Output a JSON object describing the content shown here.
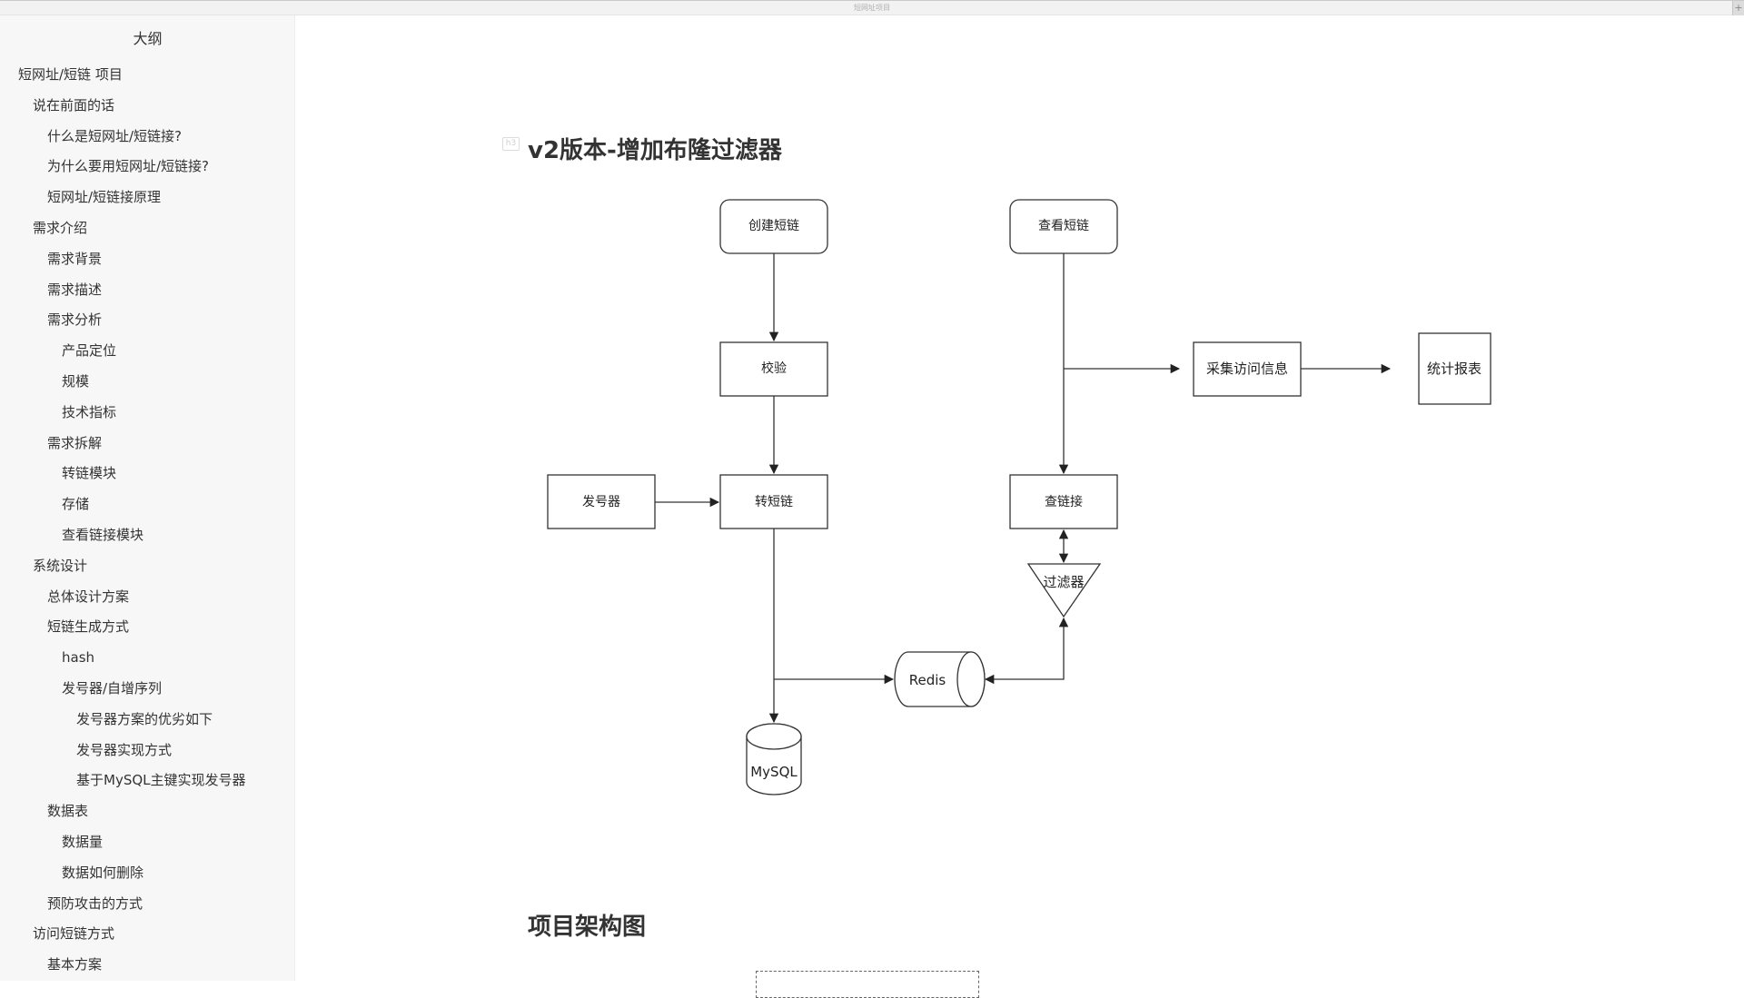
{
  "window": {
    "title": "短网址项目",
    "new_tab_icon": "plus-icon",
    "new_tab_label": "+"
  },
  "sidebar": {
    "title": "大纲",
    "items": [
      {
        "label": "短网址/短链 项目",
        "level": 1
      },
      {
        "label": "说在前面的话",
        "level": 2
      },
      {
        "label": "什么是短网址/短链接?",
        "level": 3
      },
      {
        "label": "为什么要用短网址/短链接?",
        "level": 3
      },
      {
        "label": "短网址/短链接原理",
        "level": 3
      },
      {
        "label": "需求介绍",
        "level": 2
      },
      {
        "label": "需求背景",
        "level": 3
      },
      {
        "label": "需求描述",
        "level": 3
      },
      {
        "label": "需求分析",
        "level": 3
      },
      {
        "label": "产品定位",
        "level": 4
      },
      {
        "label": "规模",
        "level": 4
      },
      {
        "label": "技术指标",
        "level": 4
      },
      {
        "label": "需求拆解",
        "level": 3
      },
      {
        "label": "转链模块",
        "level": 4
      },
      {
        "label": "存储",
        "level": 4
      },
      {
        "label": "查看链接模块",
        "level": 4
      },
      {
        "label": "系统设计",
        "level": 2
      },
      {
        "label": "总体设计方案",
        "level": 3
      },
      {
        "label": "短链生成方式",
        "level": 3
      },
      {
        "label": "hash",
        "level": 4
      },
      {
        "label": "发号器/自增序列",
        "level": 4
      },
      {
        "label": "发号器方案的优劣如下",
        "level": 5
      },
      {
        "label": "发号器实现方式",
        "level": 5
      },
      {
        "label": "基于MySQL主键实现发号器",
        "level": 5
      },
      {
        "label": "数据表",
        "level": 3
      },
      {
        "label": "数据量",
        "level": 4
      },
      {
        "label": "数据如何删除",
        "level": 4
      },
      {
        "label": "预防攻击的方式",
        "level": 3
      },
      {
        "label": "访问短链方式",
        "level": 2
      },
      {
        "label": "基本方案",
        "level": 3
      }
    ]
  },
  "content": {
    "section1": {
      "badge": "h3",
      "title": "v2版本-增加布隆过滤器"
    },
    "section2": {
      "title": "项目架构图"
    }
  },
  "diagram": {
    "nodes": {
      "create": "创建短链",
      "validate": "校验",
      "generator": "发号器",
      "convert": "转短链",
      "mysql": "MySQL",
      "redis": "Redis",
      "view": "查看短链",
      "collect": "采集访问信息",
      "report": "统计报表",
      "lookup": "查链接",
      "filter": "过滤器"
    }
  }
}
